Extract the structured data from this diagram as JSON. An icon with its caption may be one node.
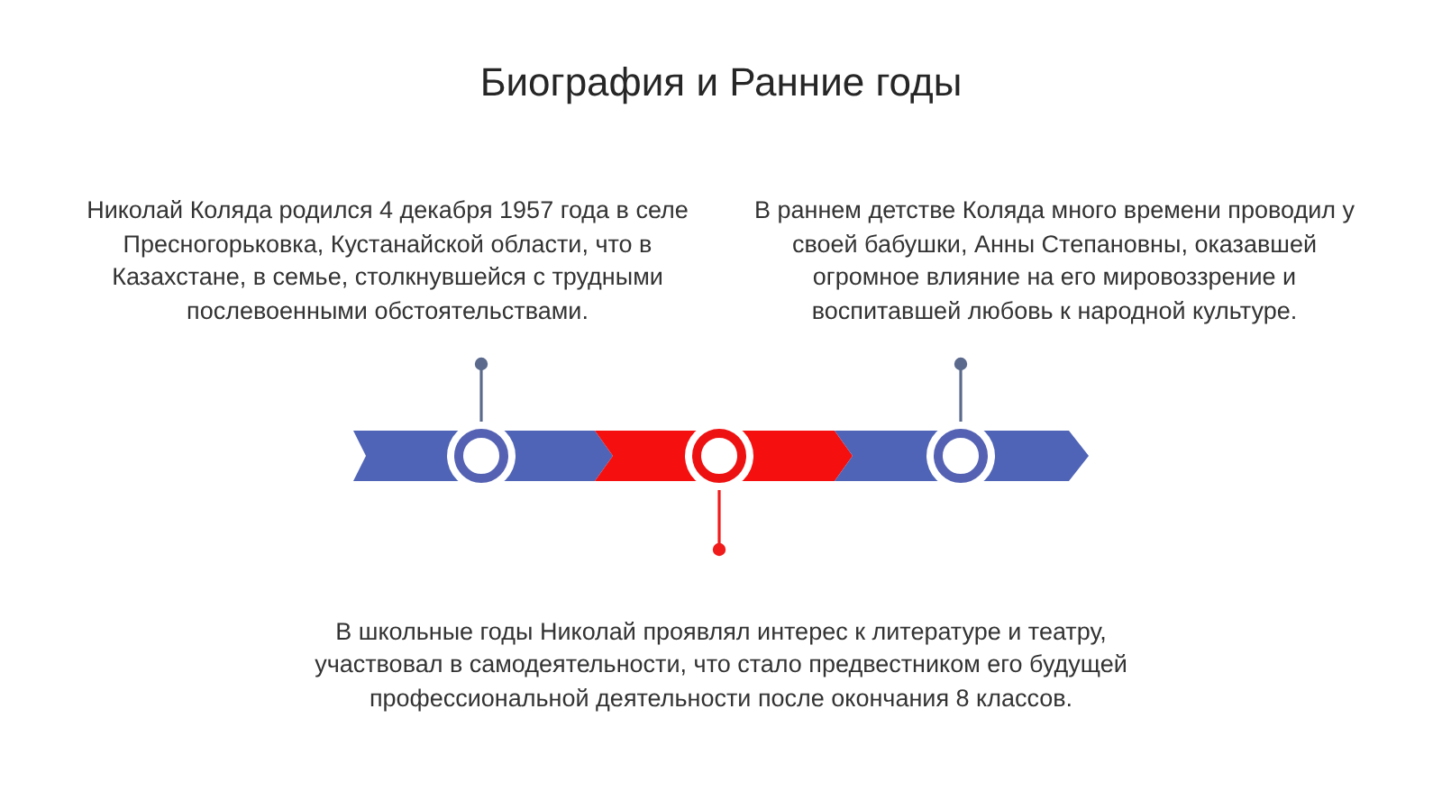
{
  "diagram": {
    "title": "Биография и Ранние годы",
    "nodes": [
      {
        "text": [
          "Николай Коляда родился 4 декабря 1957 года в селе Пресногорьковка, Кустанайской области, что в Казахстане, в семье, столкнувшейся с трудными послевоенными обстоятельствами."
        ]
      },
      {
        "text": [
          "В раннем детстве Коляда много времени проводил у своей бабушки, Анны Степановны, оказавшей огромное влияние на его мировоззрение и воспитавшей любовь к народной культуре."
        ]
      },
      {
        "text": [],
        "shape": "chevron"
      },
      {
        "text": [],
        "shape": "circle"
      },
      {
        "text": [],
        "shape": "chevron"
      },
      {
        "text": [],
        "shape": "circle"
      },
      {
        "text": [],
        "shape": "chevron"
      },
      {
        "text": [],
        "shape": "circle"
      },
      {
        "text": [
          "В школьные годы Николай проявлял интерес к литературе и театру, участвовал в самодеятельности, что стало предвестником его будущей профессиональной деятельности после окончания 8 классов."
        ]
      }
    ],
    "edges": [
      {
        "from": 0,
        "to": 3,
        "arrow": "other"
      },
      {
        "from": 1,
        "to": 7,
        "arrow": "other"
      },
      {
        "from": 8,
        "to": 5,
        "arrow": "other",
        "color": "#f01c1c"
      }
    ]
  }
}
